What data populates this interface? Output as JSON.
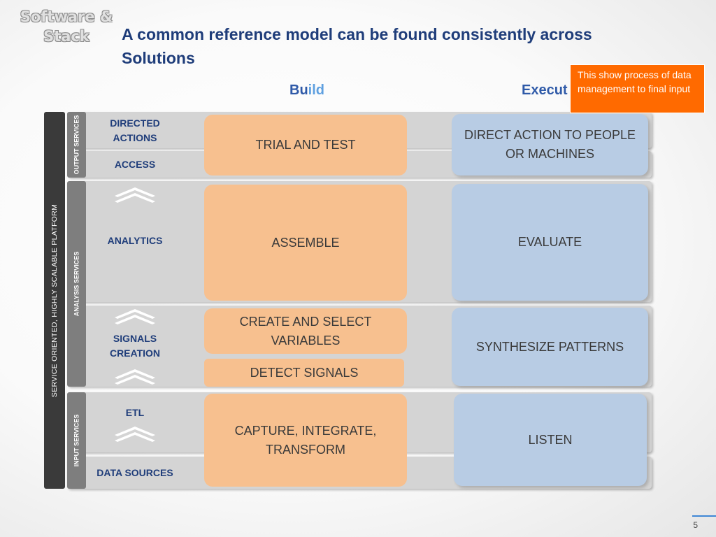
{
  "header": {
    "brand_line1": "Software &",
    "brand_line2": "Stack",
    "title": "A common reference model can be  found consistently across Solutions"
  },
  "columns": {
    "build_pre": "Bu",
    "build_hl": "il",
    "build_post": "d",
    "execute": "Execut"
  },
  "callout": {
    "text": "This show process of data management to final input"
  },
  "vertical_labels": {
    "platform": "SERVICE ORIENTED, HIGHLY SCALABLE PLATFORM",
    "output": "OUTPUT SERVICES",
    "analysis": "ANALYSIS SERVICES",
    "input": "INPUT SERVICES"
  },
  "layers": {
    "directed_actions": "DIRECTED ACTIONS",
    "access": "ACCESS",
    "analytics": "ANALYTICS",
    "signals_creation": "SIGNALS CREATION",
    "etl": "ETL",
    "data_sources": "DATA SOURCES"
  },
  "build_boxes": {
    "trial": "TRIAL AND TEST",
    "assemble": "ASSEMBLE",
    "create": "CREATE AND SELECT VARIABLES",
    "detect": "DETECT SIGNALS",
    "capture": "CAPTURE, INTEGRATE, TRANSFORM"
  },
  "execute_boxes": {
    "direct": "DIRECT ACTION TO PEOPLE OR MACHINES",
    "evaluate": "EVALUATE",
    "synthesize": "SYNTHESIZE PATTERNS",
    "listen": "LISTEN"
  },
  "footer": {
    "page_number": "5"
  }
}
